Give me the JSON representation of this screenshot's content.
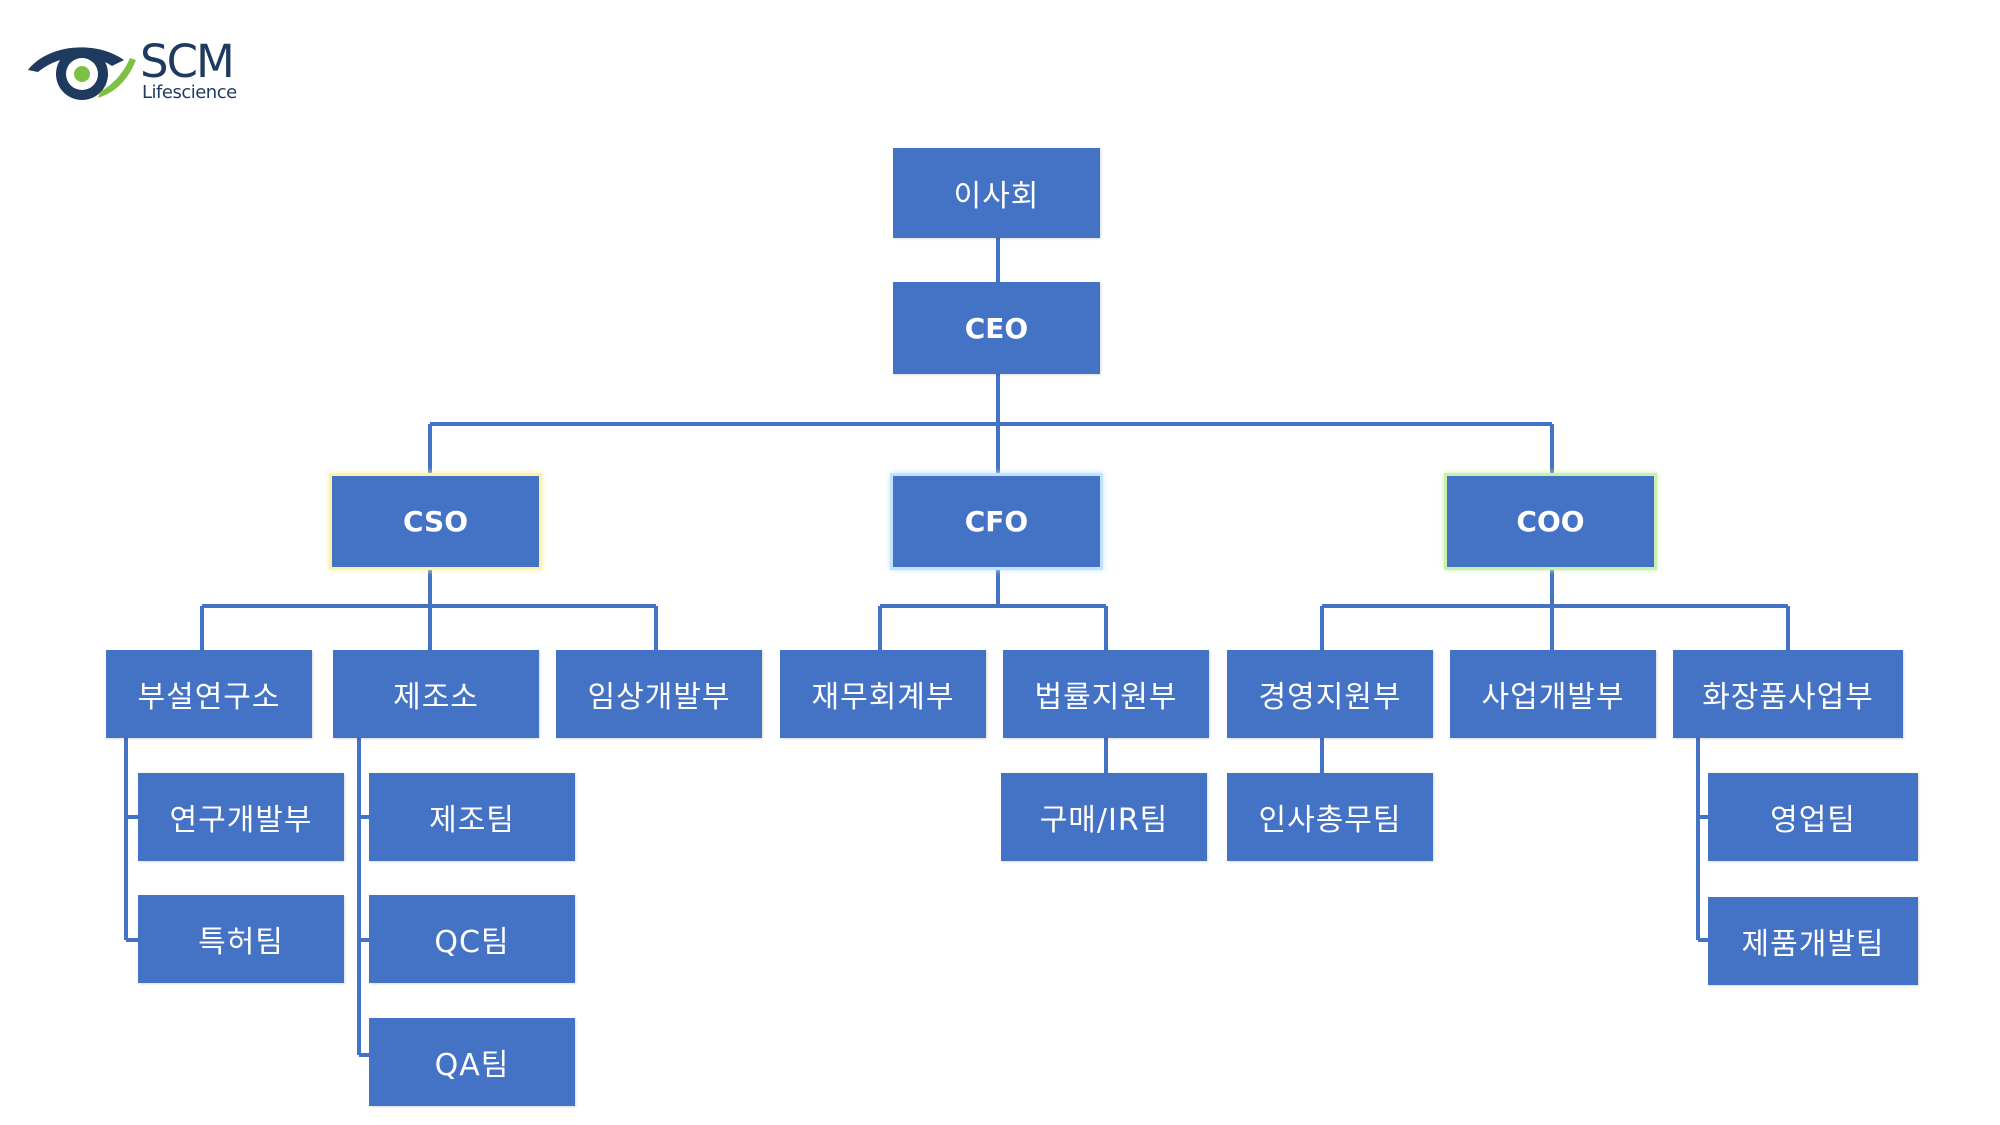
{
  "logo": {
    "name": "SCM",
    "subtitle": "Lifescience"
  },
  "colors": {
    "box": "#4472C4",
    "line": "#4472C4",
    "logo_dark": "#1f3a5f",
    "logo_green": "#7cc142"
  },
  "nodes": {
    "board": "이사회",
    "ceo": "CEO",
    "cso": "CSO",
    "cfo": "CFO",
    "coo": "COO",
    "rnd_center": "부설연구소",
    "factory": "제조소",
    "clinical": "임상개발부",
    "finance": "재무회계부",
    "legal": "법률지원부",
    "management": "경영지원부",
    "bizdev": "사업개발부",
    "cosmetics": "화장품사업부",
    "research_dev": "연구개발부",
    "patent": "특허팀",
    "manufacturing": "제조팀",
    "qc": "QC팀",
    "qa": "QA팀",
    "purchase_ir": "구매/IR팀",
    "hr": "인사총무팀",
    "sales": "영업팀",
    "product_dev": "제품개발팀"
  }
}
